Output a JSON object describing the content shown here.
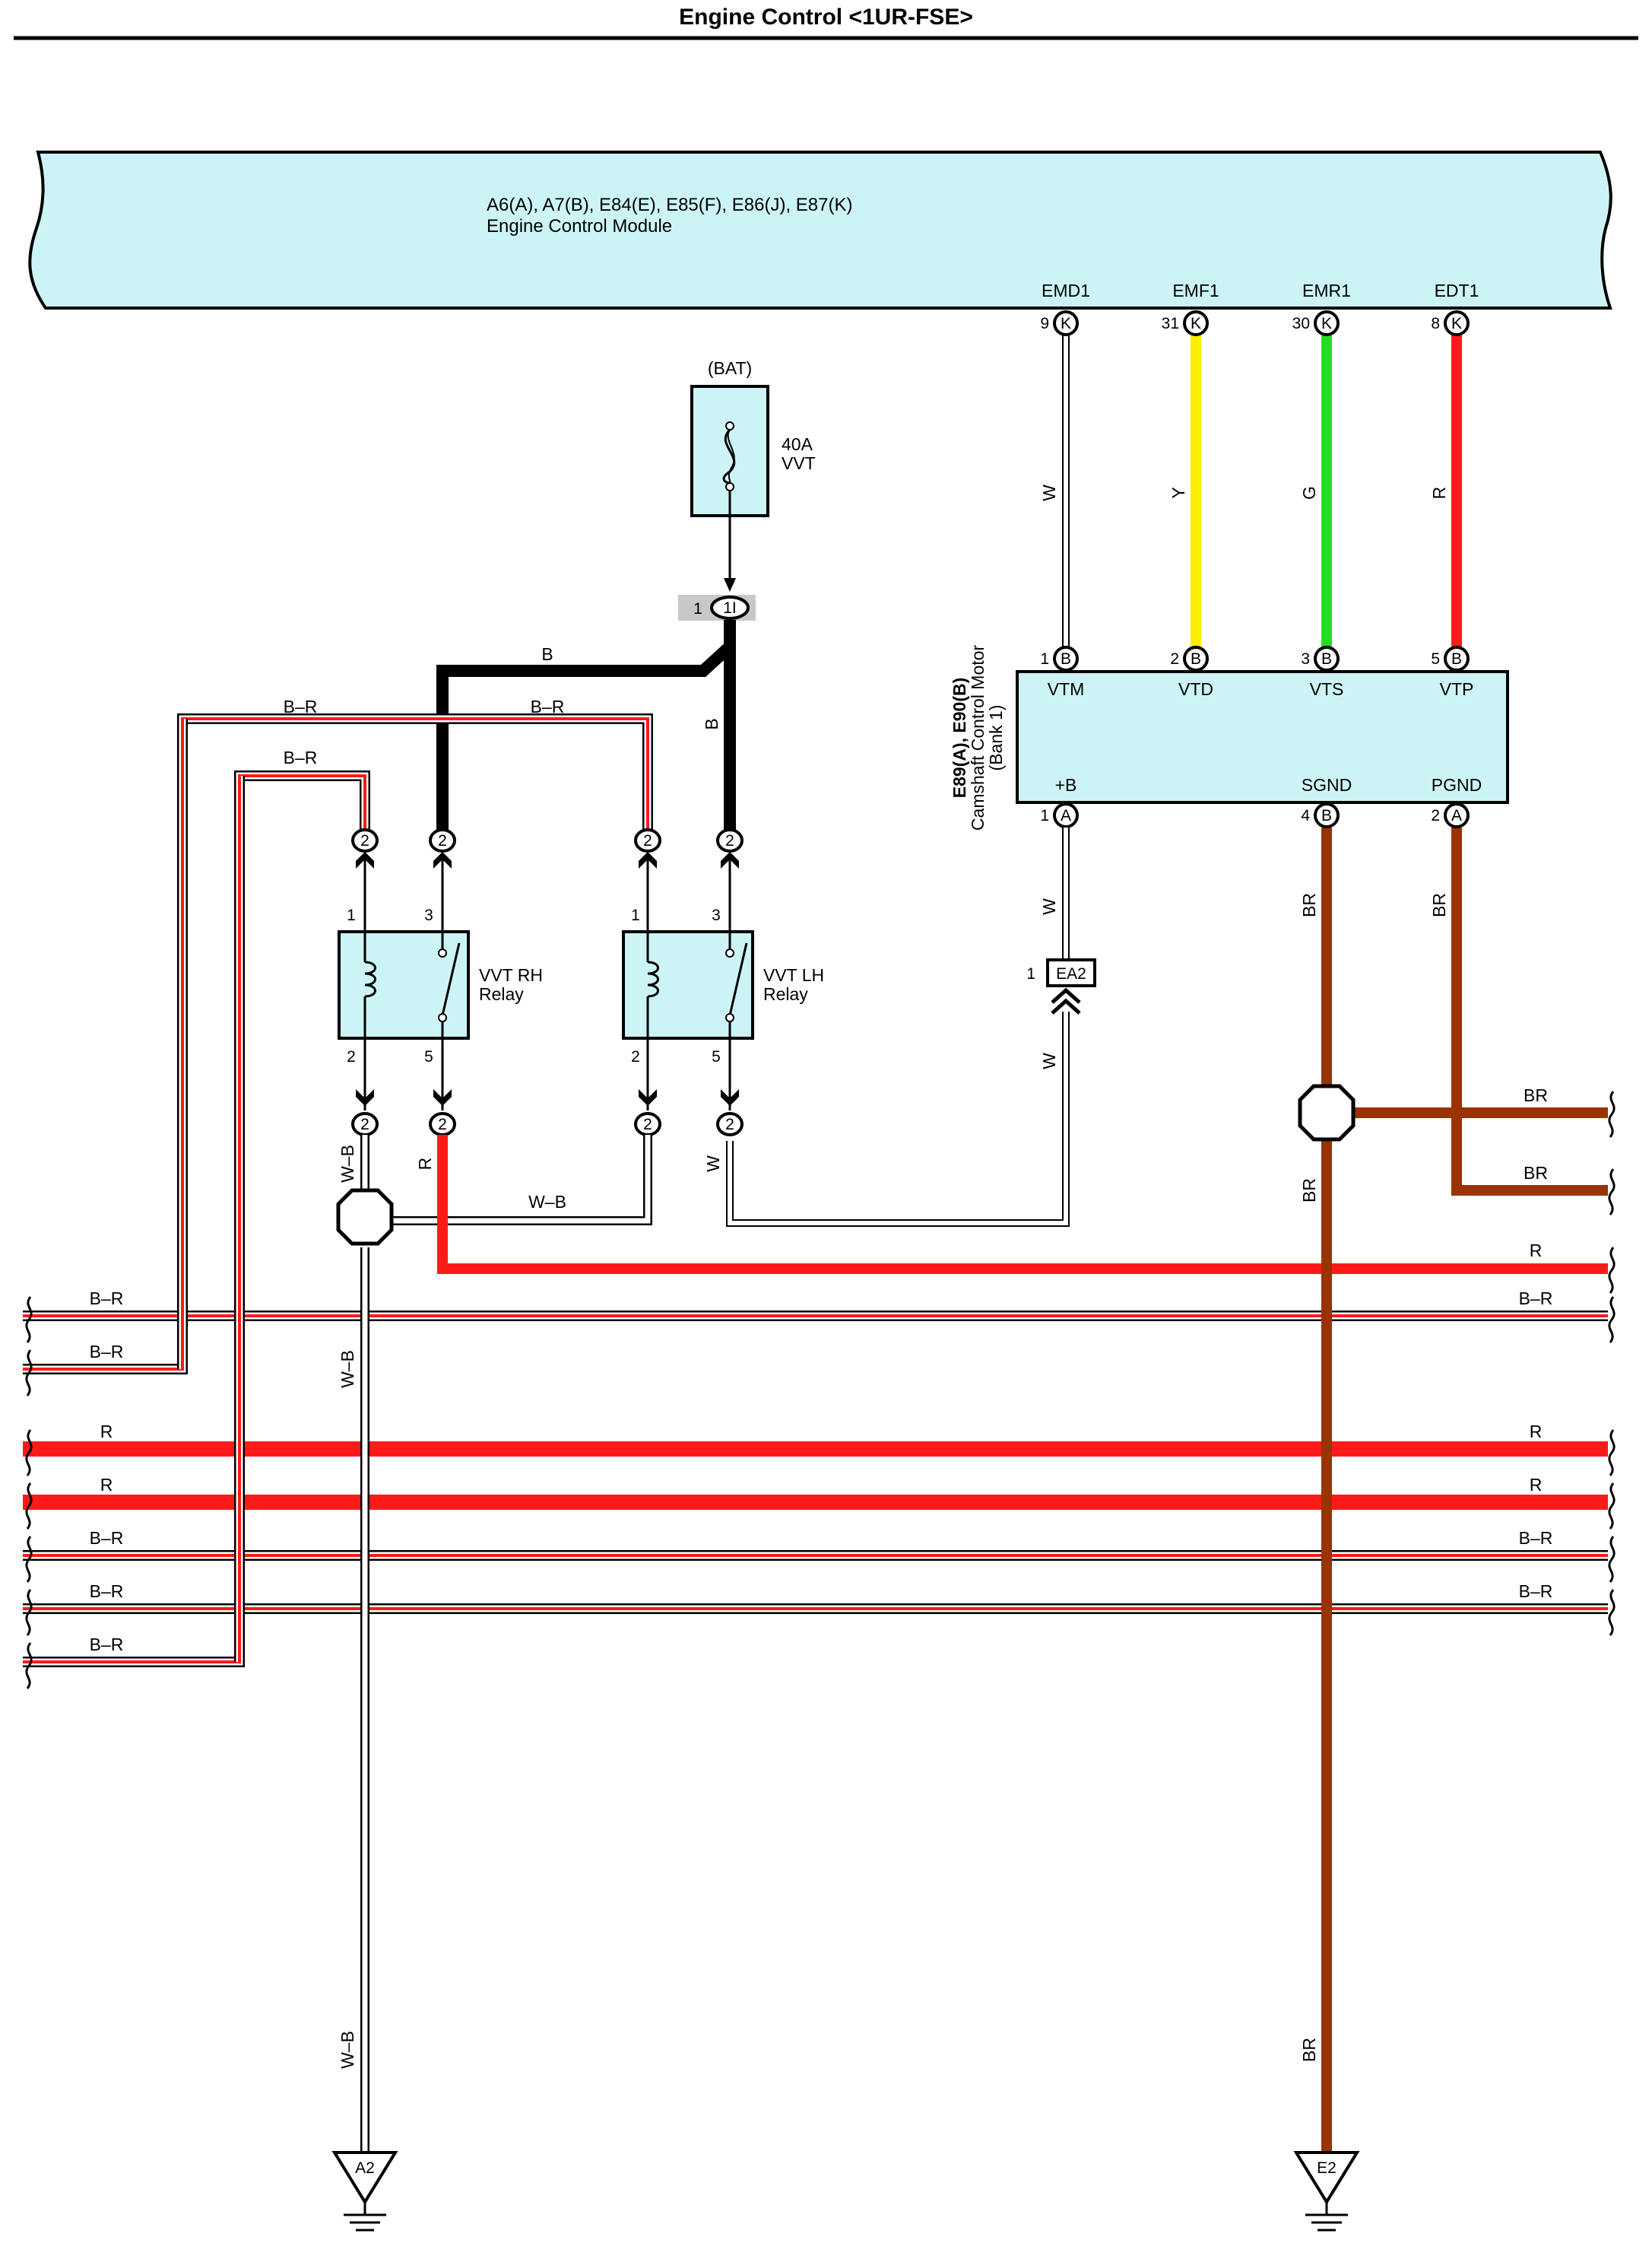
{
  "title": "Engine Control <1UR-FSE>",
  "colors": {
    "module_fill": "#ccf4f6",
    "wire_B": "#000000",
    "wire_R": "#ff1a1a",
    "wire_Y": "#ffee00",
    "wire_G": "#22dd22",
    "wire_BR": "#993300",
    "wire_W": "#ffffff",
    "connector_gray": "#c8c8c8"
  },
  "ecm": {
    "connectors": "A6(A), A7(B), E84(E), E85(F), E86(J), E87(K)",
    "name": "Engine Control Module",
    "terminals": [
      {
        "name": "EMD1",
        "pin": "9",
        "conn": "K",
        "wire": "W"
      },
      {
        "name": "EMF1",
        "pin": "31",
        "conn": "K",
        "wire": "Y"
      },
      {
        "name": "EMR1",
        "pin": "30",
        "conn": "K",
        "wire": "G"
      },
      {
        "name": "EDT1",
        "pin": "8",
        "conn": "K",
        "wire": "R"
      }
    ]
  },
  "fuse": {
    "source": "(BAT)",
    "rating": "40A",
    "name": "VVT",
    "junction_left": "1",
    "junction_right": "1I"
  },
  "motor": {
    "connectors": "E89(A), E90(B)",
    "name": "Camshaft Control Motor",
    "bank": "(Bank 1)",
    "top_terminals": [
      {
        "pin": "1",
        "conn": "B",
        "name": "VTM"
      },
      {
        "pin": "2",
        "conn": "B",
        "name": "VTD"
      },
      {
        "pin": "3",
        "conn": "B",
        "name": "VTS"
      },
      {
        "pin": "5",
        "conn": "B",
        "name": "VTP"
      }
    ],
    "bottom_terminals": [
      {
        "pin": "1",
        "conn": "A",
        "name": "+B"
      },
      {
        "pin": "4",
        "conn": "B",
        "name": "SGND"
      },
      {
        "pin": "2",
        "conn": "A",
        "name": "PGND"
      }
    ]
  },
  "relays": [
    {
      "name": "VVT RH",
      "type": "Relay",
      "pins": [
        "1",
        "3",
        "2",
        "5"
      ]
    },
    {
      "name": "VVT LH",
      "type": "Relay",
      "pins": [
        "1",
        "3",
        "2",
        "5"
      ]
    }
  ],
  "relay_connector_pin": "2",
  "ea2": {
    "pin": "1",
    "name": "EA2"
  },
  "grounds": [
    "A2",
    "E2"
  ],
  "wire_labels": {
    "W": "W",
    "Y": "Y",
    "G": "G",
    "R": "R",
    "B": "B",
    "BR": "BR",
    "WB": "W–B",
    "BRR": "B–R"
  },
  "bus_labels": {
    "left": [
      "B–R",
      "B–R",
      "R",
      "R",
      "B–R",
      "B–R",
      "B–R"
    ],
    "right": [
      "BR",
      "BR",
      "R",
      "B–R",
      "R",
      "R",
      "B–R",
      "B–R"
    ]
  }
}
